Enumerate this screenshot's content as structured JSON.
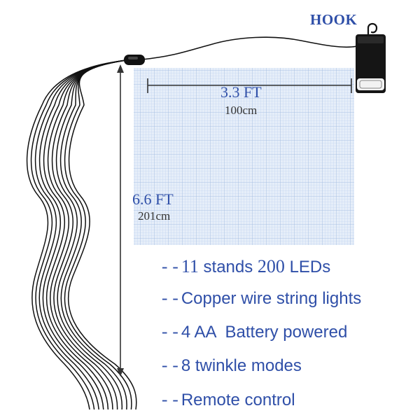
{
  "labels": {
    "hook": "HOOK",
    "width_ft": "3.3 FT",
    "width_cm": "100cm",
    "height_ft": "6.6 FT",
    "height_cm": "201cm"
  },
  "features": [
    {
      "dash": "--",
      "num": "11",
      "text_a": " stands ",
      "num2": "200",
      "text_b": " LEDs"
    },
    {
      "dash": "--",
      "text": "Copper wire string lights"
    },
    {
      "dash": "--",
      "text": "4 AA  Battery powered"
    },
    {
      "dash": "--",
      "text": "8 twinkle modes"
    },
    {
      "dash": "--",
      "text": "Remote control"
    }
  ],
  "colors": {
    "text_accent": "#2f4fa8",
    "wire": "#111111",
    "light_grid": "#a9c3e6",
    "light_panel_bg": "#e6eef9",
    "battery_box": "#151515"
  },
  "icons": [
    "hook-icon",
    "battery-box-icon",
    "controller-icon"
  ]
}
